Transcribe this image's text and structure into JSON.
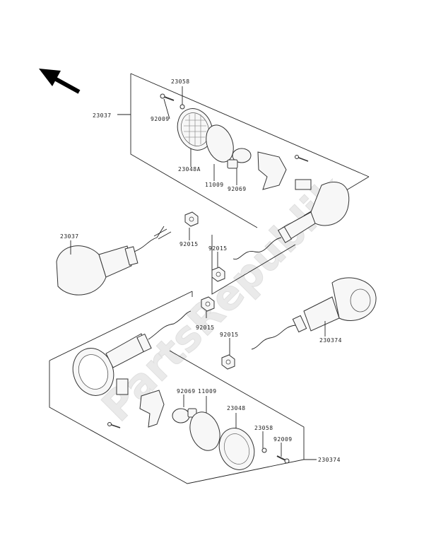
{
  "watermark": "PartsRepublik",
  "labels": {
    "l23058_top": "23058",
    "l23037_top": "23037",
    "l92009_top": "92009",
    "l23048a": "23048A",
    "l11009_top": "11009",
    "l92069_top": "92069",
    "l23037_left": "23037",
    "l92015_a": "92015",
    "l92015_b": "92015",
    "l92015_c": "92015",
    "l92015_d": "92015",
    "l230374_right": "230374",
    "l92069_bot": "92069",
    "l11009_bot": "11009",
    "l23048_bot": "23048",
    "l23058_bot": "23058",
    "l92009_bot": "92009",
    "l230374_bot": "230374"
  },
  "icons": {
    "direction_arrow": "arrow-up-left-icon"
  }
}
